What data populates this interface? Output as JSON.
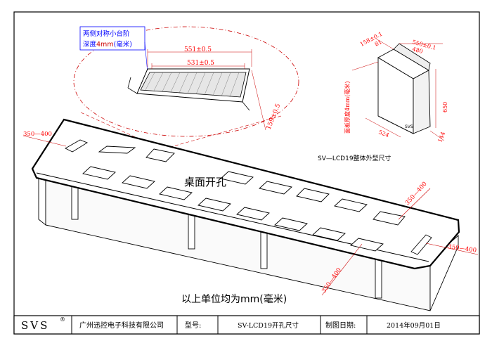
{
  "callout": {
    "note_line1": "两侧对称小台阶",
    "note_line2_prefix": "深度",
    "note_line2_value": "4mm",
    "note_line2_suffix": "(毫米)",
    "dim_outer_length": "551±0.5",
    "dim_inner_length": "531±0.5",
    "dim_width": "159±0.5"
  },
  "desk": {
    "label": "桌面开孔",
    "dim_left": "350—400",
    "dim_right_upper": "350—400",
    "dim_right": "350—400",
    "dim_bottom": "350—400"
  },
  "unit_note": "以上单位均为mm(毫米)",
  "device": {
    "caption": "SV—LCD19整体外型尺寸",
    "dim_top_1": "158±0.1",
    "dim_top_2": "81",
    "dim_top_3": "550±0.1",
    "dim_top_4": "480",
    "dim_height": "650",
    "dim_base_width": "524",
    "dim_base_depth": "144",
    "side_note": "面板厚度4mm(毫米)",
    "brand_mark": "SVS"
  },
  "title_block": {
    "logo": "SVS",
    "registered_mark": "®",
    "company": "广州迅控电子科技有限公司",
    "model_label": "型号:",
    "model_value": "SV-LCD19开孔尺寸",
    "date_label": "制图日期:",
    "date_value": "2014年09月01日"
  },
  "colors": {
    "line": "#000000",
    "dimension": "#ff0000",
    "frame": "#000000"
  }
}
